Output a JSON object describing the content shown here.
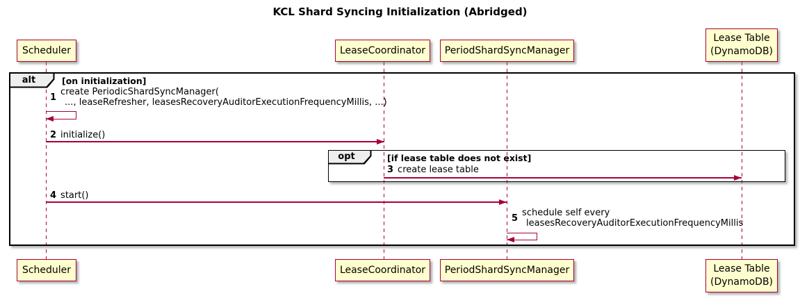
{
  "title": "KCL Shard Syncing Initialization (Abridged)",
  "colors": {
    "participant_fill": "#fefece",
    "participant_border": "#a80036",
    "lifeline": "#a80036",
    "arrow": "#a80036",
    "frame_border": "#000000",
    "frame_tab_fill": "#eeeeee",
    "background": "#ffffff"
  },
  "participants": [
    {
      "label": "Scheduler"
    },
    {
      "label": "LeaseCoordinator"
    },
    {
      "label": "PeriodShardSyncManager"
    },
    {
      "line1": "Lease Table",
      "line2": "(DynamoDB)"
    }
  ],
  "frames": {
    "alt": {
      "keyword": "alt",
      "condition": "[on initialization]"
    },
    "opt": {
      "keyword": "opt",
      "condition": "[if lease table does not exist]"
    }
  },
  "messages": [
    {
      "num": "1",
      "line1": "create PeriodicShardSyncManager(",
      "line2": "..., leaseRefresher, leasesRecoveryAuditorExecutionFrequencyMillis, ...)"
    },
    {
      "num": "2",
      "text": "initialize()"
    },
    {
      "num": "3",
      "text": "create lease table"
    },
    {
      "num": "4",
      "text": "start()"
    },
    {
      "num": "5",
      "line1": "schedule self every",
      "line2": "leasesRecoveryAuditorExecutionFrequencyMillis"
    }
  ]
}
